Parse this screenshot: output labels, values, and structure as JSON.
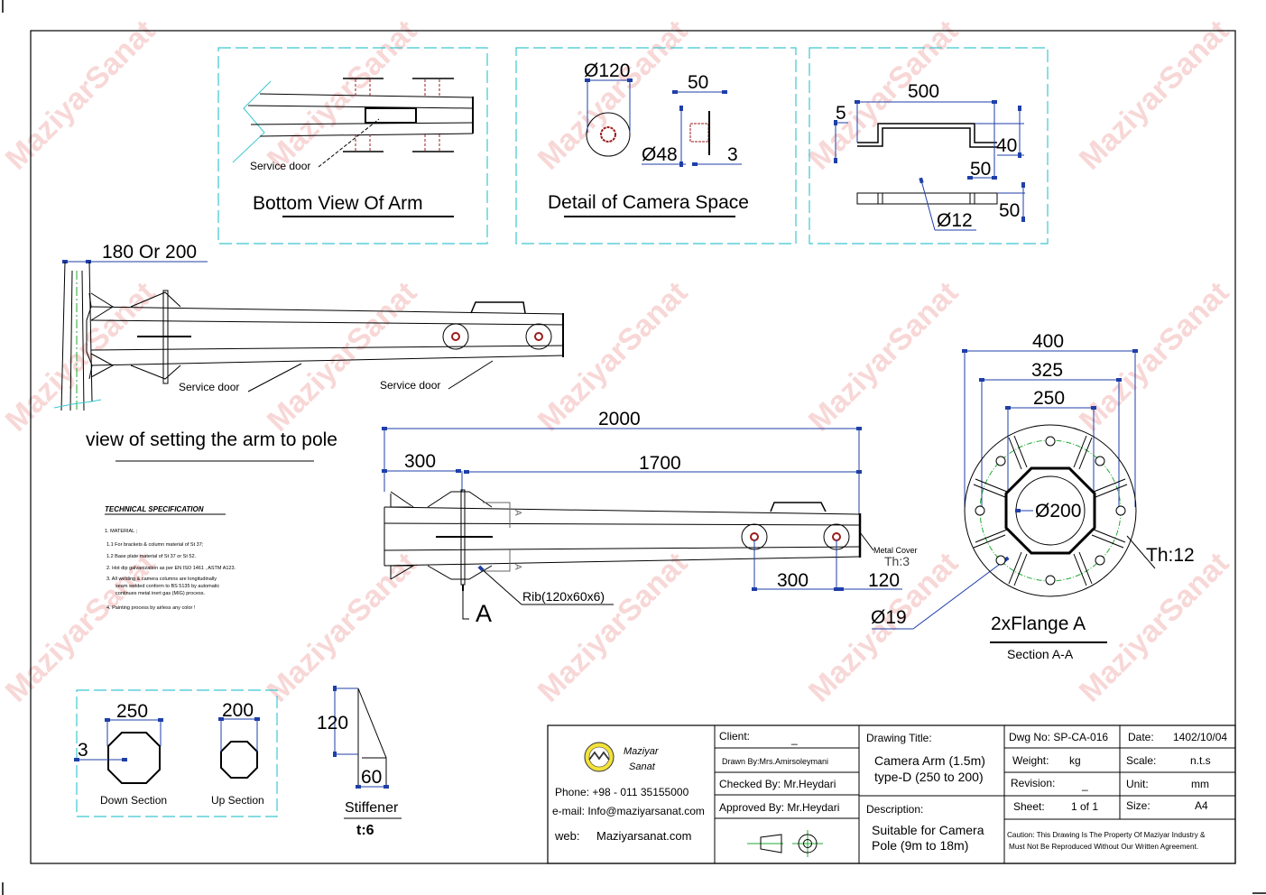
{
  "watermark": "MaziyarSanat",
  "colors": {
    "frame": "#000000",
    "detail_box": "#3cc8d0",
    "dimension": "#1f3fa8",
    "hole": "#9b1c1c",
    "centerline": "#22aa33",
    "logo_yellow": "#f3e23a"
  },
  "details": {
    "bottom_view": {
      "title": "Bottom View Of Arm",
      "service_door": "Service door"
    },
    "camera_space": {
      "title": "Detail of Camera Space",
      "dim_dia": "Ø120",
      "dim_width": "50",
      "dim_tube": "Ø48",
      "dim_thk": "3"
    },
    "bracket": {
      "dim_length": "500",
      "dim_step": "5",
      "dim_height": "40",
      "dim_flange": "50",
      "dim_hole": "Ø12",
      "dim_side": "50"
    }
  },
  "pole_view": {
    "dim_pole": "180 Or 200",
    "service_door_1": "Service door",
    "service_door_2": "Service door",
    "caption": "view of setting the arm to pole"
  },
  "arm_view": {
    "dim_total": "2000",
    "dim_base": "300",
    "dim_arm": "1700",
    "dim_holes": "300",
    "dim_end": "120",
    "dim_hole_dia": "Ø19",
    "rib": "Rib(120x60x6)",
    "section_mark": "A",
    "section_small": "A",
    "metal_cover": "Metal Cover",
    "metal_cover_th": "Th:3"
  },
  "flange": {
    "dim_outer": "400",
    "dim_pcd": "325",
    "dim_octagon": "250",
    "dim_inner": "Ø200",
    "thickness": "Th:12",
    "title": "2xFlange A",
    "subtitle": "Section A-A"
  },
  "tech_spec": {
    "title": "TECHNICAL SPECIFICATION",
    "lines": [
      "1. MATERIAL ;",
      "1.1  For brackets & column material of St 37;",
      "1.2  Base plate material of St 37 or St 52.",
      "2.  Hot dip galvanization as per EN ISO 1461 , ASTM A123.",
      "3.  All welding & camera columns are longitudinally",
      "seam welded conform to BS 5135 by automatic",
      "continues metal inert gas (MIG) process.",
      "4.  Painting process by airless any color !"
    ]
  },
  "sections": {
    "down_dim": "250",
    "down_thk": "3",
    "down_label": "Down Section",
    "up_dim": "200",
    "up_label": "Up Section"
  },
  "stiffener": {
    "dim_height": "120",
    "dim_width": "60",
    "label": "Stiffener",
    "thickness": "t:6"
  },
  "title_block": {
    "company_line1": "Maziyar",
    "company_line2": "Sanat",
    "phone": "Phone: +98 - 011 35155000",
    "email": "e-mail:  Info@maziyarsanat.com",
    "web_label": "web:",
    "web": "Maziyarsanat.com",
    "client_label": "Client:",
    "client_value": "_",
    "drawn_by": "Drawn By:Mrs.Amirsoleymani",
    "checked_by": "Checked By:   Mr.Heydari",
    "approved_by": "Approved By: Mr.Heydari",
    "drawing_title_label": "Drawing Title:",
    "drawing_title_1": "Camera Arm (1.5m)",
    "drawing_title_2": "type-D (250 to 200)",
    "description_label": "Description:",
    "description_1": "Suitable for Camera",
    "description_2": "Pole (9m to 18m)",
    "dwg_no": "Dwg No:  SP-CA-016",
    "date_label": "Date:",
    "date_value": "1402/10/04",
    "weight_label": "Weight:",
    "weight_value": "kg",
    "scale_label": "Scale:",
    "scale_value": "n.t.s",
    "revision_label": "Revision:",
    "revision_value": "_",
    "unit_label": "Unit:",
    "unit_value": "mm",
    "sheet_label": "Sheet:",
    "sheet_value": "1 of 1",
    "size_label": "Size:",
    "size_value": "A4",
    "caution_1": "Caution: This Drawing Is The Property Of Maziyar Industry &",
    "caution_2": "Must Not Be Reproduced Without Our Written Agreement."
  }
}
